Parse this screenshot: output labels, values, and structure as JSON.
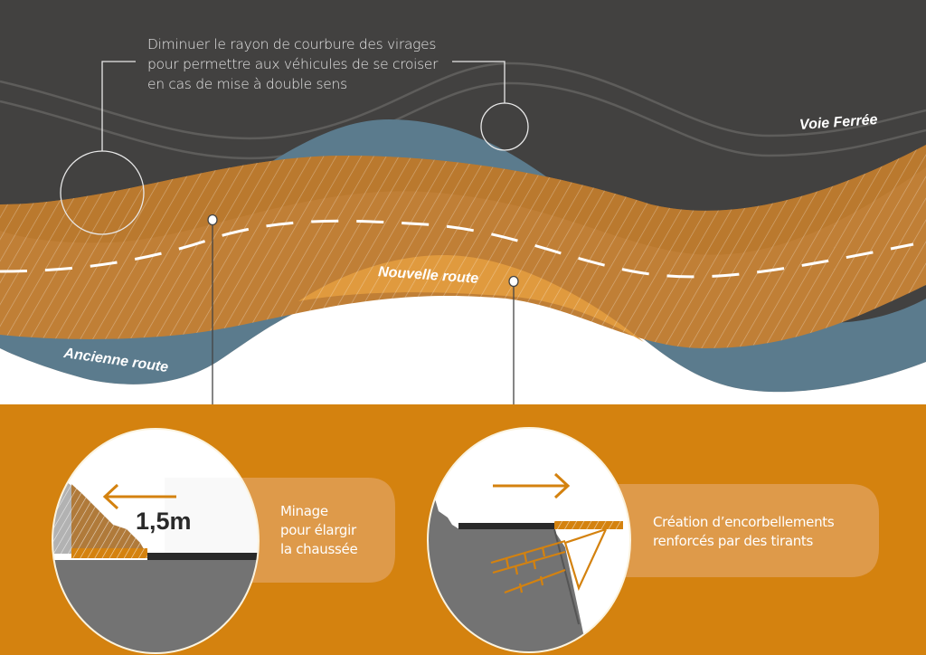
{
  "callout": {
    "lines": [
      "Diminuer le rayon de courbure des virages",
      "pour permettre aux véhicules de se croiser",
      "en cas de mise à double sens"
    ]
  },
  "labels": {
    "railway": "Voie Ferrée",
    "old_road": "Ancienne route",
    "new_road": "Nouvelle route"
  },
  "details": [
    {
      "measure": "1,5m",
      "lines": [
        "Minage",
        "pour élargir",
        "la chaussée"
      ],
      "arrow": "arrow-left"
    },
    {
      "lines": [
        "Création d’encorbellements",
        "renforcés par des tirants"
      ],
      "arrow": "arrow-right"
    }
  ],
  "colors": {
    "dark": "#424140",
    "blue": "#5b7b8d",
    "orange": "#d4820f",
    "road_band": "#c07f36",
    "new_road": "#e09a3e",
    "rock": "#737373"
  }
}
